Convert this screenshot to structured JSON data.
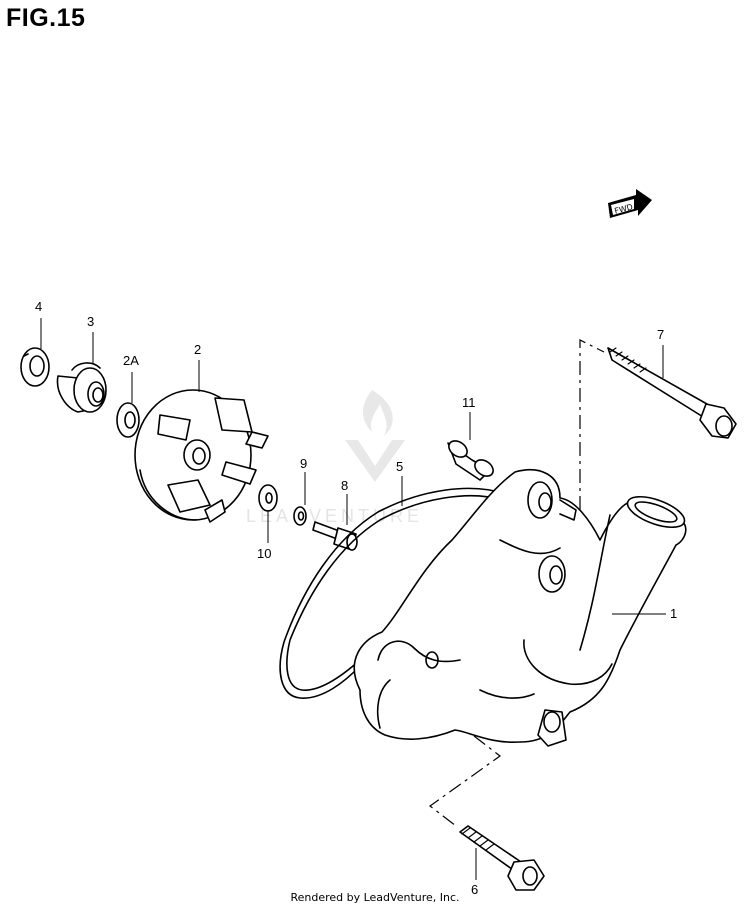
{
  "figure": {
    "title": "FIG.15"
  },
  "callouts": {
    "p1": "1",
    "p2": "2",
    "p2a": "2A",
    "p3": "3",
    "p4": "4",
    "p5": "5",
    "p6": "6",
    "p7": "7",
    "p8": "8",
    "p9": "9",
    "p10": "10",
    "p11": "11"
  },
  "fwd_badge": "FWD",
  "watermark": {
    "text": "LEADVENTURE"
  },
  "footer": "Rendered by LeadVenture, Inc.",
  "colors": {
    "line": "#000000",
    "watermark": "#e2e2e2",
    "background": "#ffffff"
  }
}
